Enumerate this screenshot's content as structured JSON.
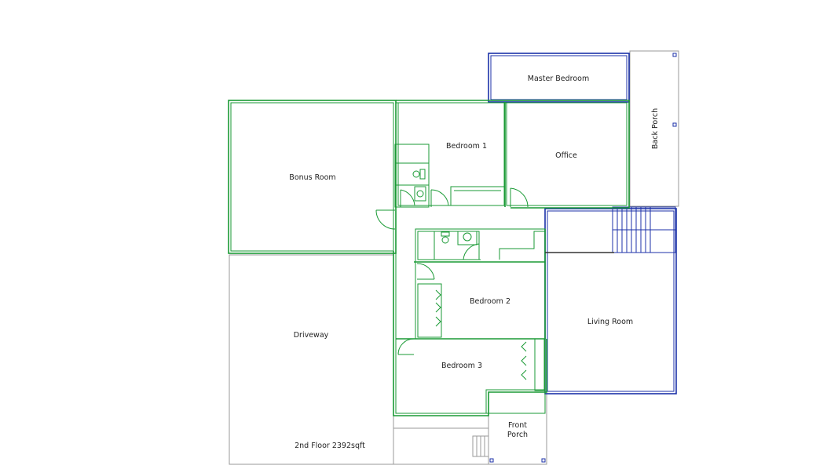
{
  "rooms": {
    "master_bedroom": "Master Bedroom",
    "back_porch": "Back Porch",
    "bedroom_1": "Bedroom 1",
    "office": "Office",
    "bonus_room": "Bonus Room",
    "bedroom_2": "Bedroom 2",
    "living_room": "Living Room",
    "driveway": "Driveway",
    "bedroom_3": "Bedroom 3",
    "front_porch_line1": "Front",
    "front_porch_line2": "Porch"
  },
  "floor_caption": "2nd Floor 2392sqft",
  "colors": {
    "wall_green": "#1a9a35",
    "wall_blue": "#1c32a8",
    "outline_gray": "#9a9a9a",
    "background": "#ffffff"
  }
}
